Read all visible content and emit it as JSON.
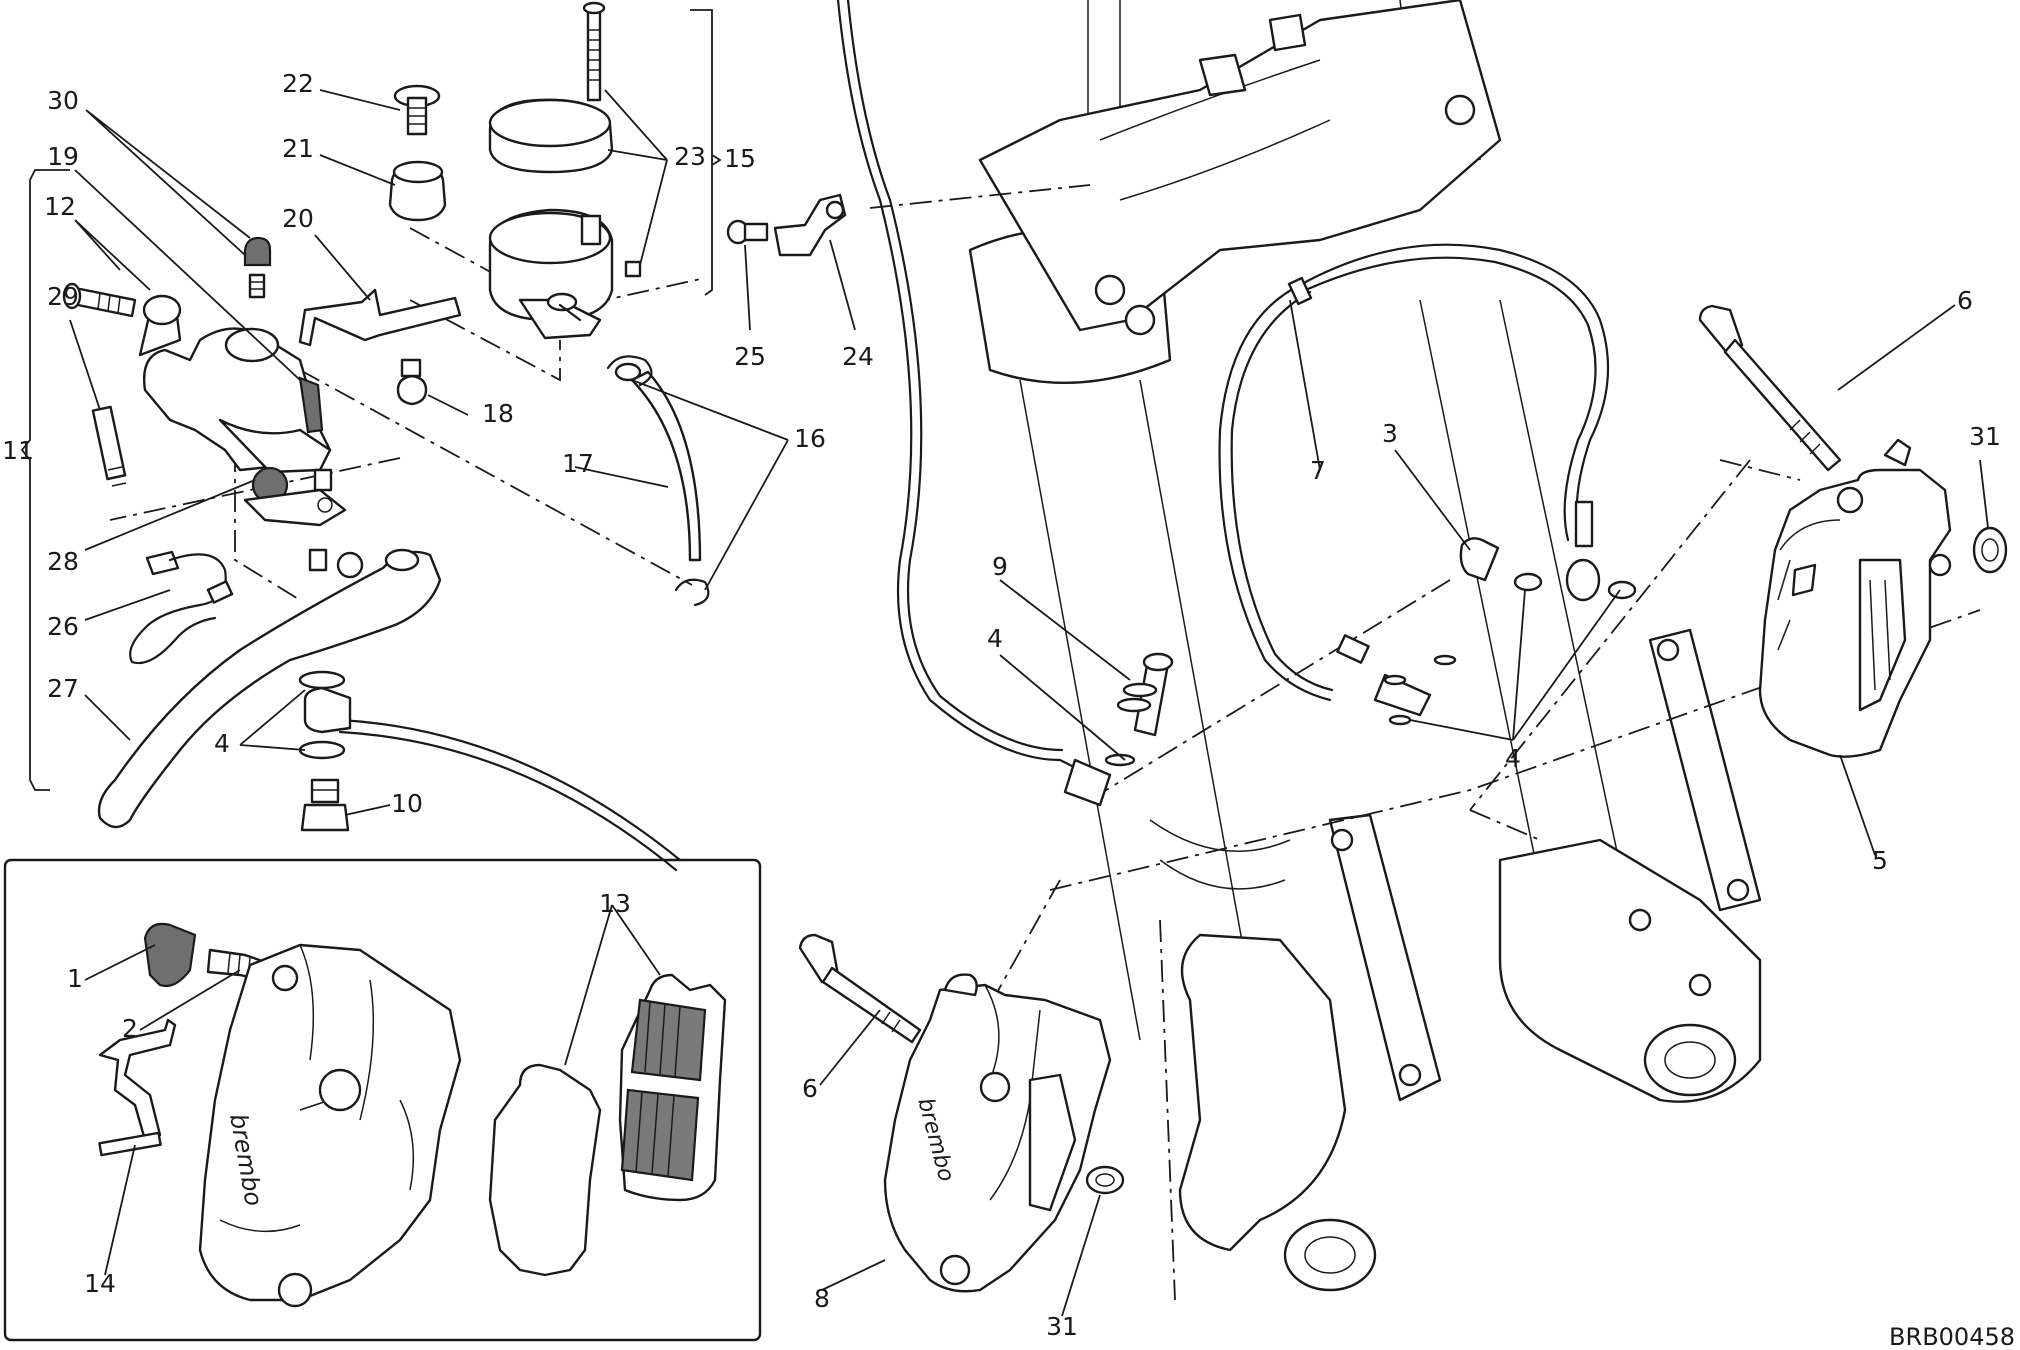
{
  "diagram": {
    "code": "BRB00458",
    "callouts": {
      "c1": "1",
      "c2": "2",
      "c3": "3",
      "c4a": "4",
      "c4b": "4",
      "c4c": "4",
      "c5": "5",
      "c6a": "6",
      "c6b": "6",
      "c7": "7",
      "c8": "8",
      "c9": "9",
      "c10": "10",
      "c11": "11",
      "c12": "12",
      "c13": "13",
      "c14": "14",
      "c15": "15",
      "c16": "16",
      "c17": "17",
      "c18": "18",
      "c19": "19",
      "c20": "20",
      "c21": "21",
      "c22": "22",
      "c23": "23",
      "c24": "24",
      "c25": "25",
      "c26": "26",
      "c27": "27",
      "c28": "28",
      "c29": "29",
      "c30": "30",
      "c31a": "31",
      "c31b": "31"
    },
    "brand_mark": "brembo"
  }
}
